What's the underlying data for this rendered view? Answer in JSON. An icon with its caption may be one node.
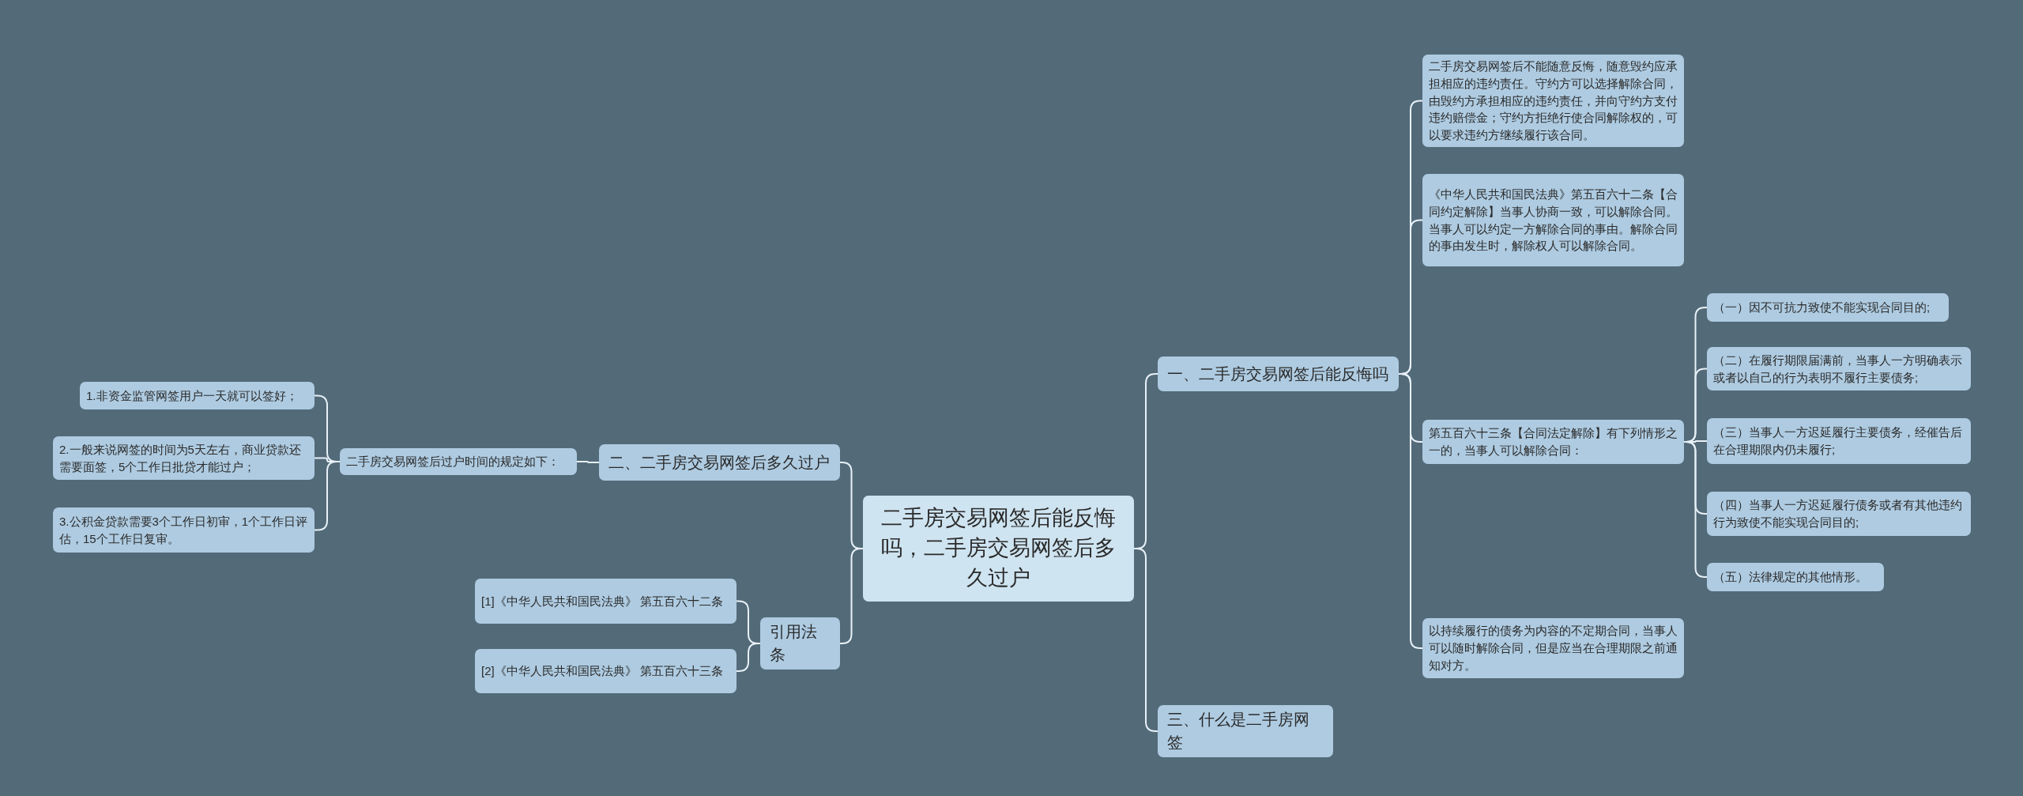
{
  "diagram": {
    "nodes": [
      {
        "text": [
          "二手房交易网签后能反悔吗，二手房交易网签后多久过户"
        ]
      },
      {
        "text": [
          "一、二手房交易网签后能反悔吗"
        ]
      },
      {
        "text": [
          "二手房交易网签后不能随意反悔，随意毁约应承担相应的违约责任。守约方可以选择解除合同，由毁约方承担相应的违约责任，并向守约方支付违约赔偿金；守约方拒绝行使合同解除权的，可以要求违约方继续履行该合同。"
        ]
      },
      {
        "text": [
          "《中华人民共和国民法典》第五百六十二条【合同约定解除】当事人协商一致，可以解除合同。当事人可以约定一方解除合同的事由。解除合同的事由发生时，解除权人可以解除合同。"
        ]
      },
      {
        "text": [
          "第五百六十三条【合同法定解除】有下列情形之一的，当事人可以解除合同："
        ]
      },
      {
        "text": [
          "（一）因不可抗力致使不能实现合同目的;"
        ]
      },
      {
        "text": [
          "（二）在履行期限届满前，当事人一方明确表示或者以自己的行为表明不履行主要债务;"
        ]
      },
      {
        "text": [
          "（三）当事人一方迟延履行主要债务，经催告后在合理期限内仍未履行;"
        ]
      },
      {
        "text": [
          "（四）当事人一方迟延履行债务或者有其他违约行为致使不能实现合同目的;"
        ]
      },
      {
        "text": [
          "（五）法律规定的其他情形。"
        ]
      },
      {
        "text": [
          "以持续履行的债务为内容的不定期合同，当事人可以随时解除合同，但是应当在合理期限之前通知对方。"
        ]
      },
      {
        "text": [
          "二、二手房交易网签后多久过户"
        ]
      },
      {
        "text": [
          "二手房交易网签后过户时间的规定如下："
        ]
      },
      {
        "text": [
          "1.非资金监管网签用户一天就可以签好；"
        ]
      },
      {
        "text": [
          "2.一般来说网签的时间为5天左右，商业贷款还需要面签，5个工作日批贷才能过户；"
        ]
      },
      {
        "text": [
          "3.公积金贷款需要3个工作日初审，1个工作日评估，15个工作日复审。"
        ]
      },
      {
        "text": [
          "引用法条"
        ]
      },
      {
        "text": [
          "[1]《中华人民共和国民法典》 第五百六十二条"
        ]
      },
      {
        "text": [
          "[2]《中华人民共和国民法典》 第五百六十三条"
        ]
      },
      {
        "text": [
          "三、什么是二手房网签"
        ]
      }
    ],
    "edges": [
      {
        "from": 0,
        "to": 1,
        "arrow": "none"
      },
      {
        "from": 1,
        "to": 2,
        "arrow": "none"
      },
      {
        "from": 1,
        "to": 3,
        "arrow": "none"
      },
      {
        "from": 1,
        "to": 4,
        "arrow": "none"
      },
      {
        "from": 4,
        "to": 5,
        "arrow": "none"
      },
      {
        "from": 4,
        "to": 6,
        "arrow": "none"
      },
      {
        "from": 4,
        "to": 7,
        "arrow": "none"
      },
      {
        "from": 4,
        "to": 8,
        "arrow": "none"
      },
      {
        "from": 4,
        "to": 9,
        "arrow": "none"
      },
      {
        "from": 1,
        "to": 10,
        "arrow": "none"
      },
      {
        "from": 0,
        "to": 11,
        "arrow": "none"
      },
      {
        "from": 11,
        "to": 12,
        "arrow": "none"
      },
      {
        "from": 12,
        "to": 13,
        "arrow": "none"
      },
      {
        "from": 12,
        "to": 14,
        "arrow": "none"
      },
      {
        "from": 12,
        "to": 15,
        "arrow": "none"
      },
      {
        "from": 0,
        "to": 16,
        "arrow": "none"
      },
      {
        "from": 16,
        "to": 17,
        "arrow": "none"
      },
      {
        "from": 16,
        "to": 18,
        "arrow": "none"
      },
      {
        "from": 0,
        "to": 19,
        "arrow": "none"
      }
    ]
  }
}
